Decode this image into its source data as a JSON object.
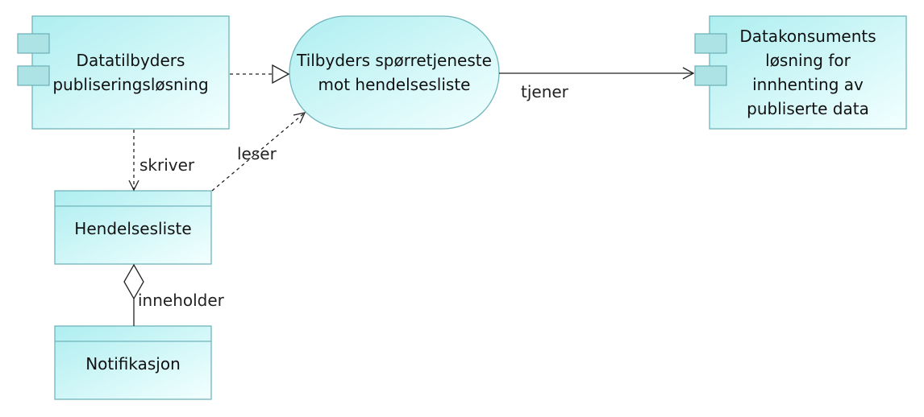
{
  "colors": {
    "fill_start": "#aeeef0",
    "fill_end": "#f3ffff",
    "node_stroke": "#6fb5bb",
    "tab_fill": "#aee3e6",
    "edge_stroke": "#222222",
    "background": "#ffffff"
  },
  "nodes": {
    "provider_solution": {
      "label": "Datatilbyders\npubliseringsløsning"
    },
    "query_service": {
      "label": "Tilbyders spørretjeneste\nmot hendelsesliste"
    },
    "consumer_solution": {
      "label": "Datakonsuments\nløsning for\ninnhenting av\npubliserte data"
    },
    "event_list": {
      "label": "Hendelsesliste"
    },
    "notification": {
      "label": "Notifikasjon"
    }
  },
  "edges": {
    "realization": {
      "label": ""
    },
    "serves": {
      "label": "tjener"
    },
    "writes": {
      "label": "skriver"
    },
    "reads": {
      "label": "leser"
    },
    "contains": {
      "label": "inneholder"
    }
  }
}
